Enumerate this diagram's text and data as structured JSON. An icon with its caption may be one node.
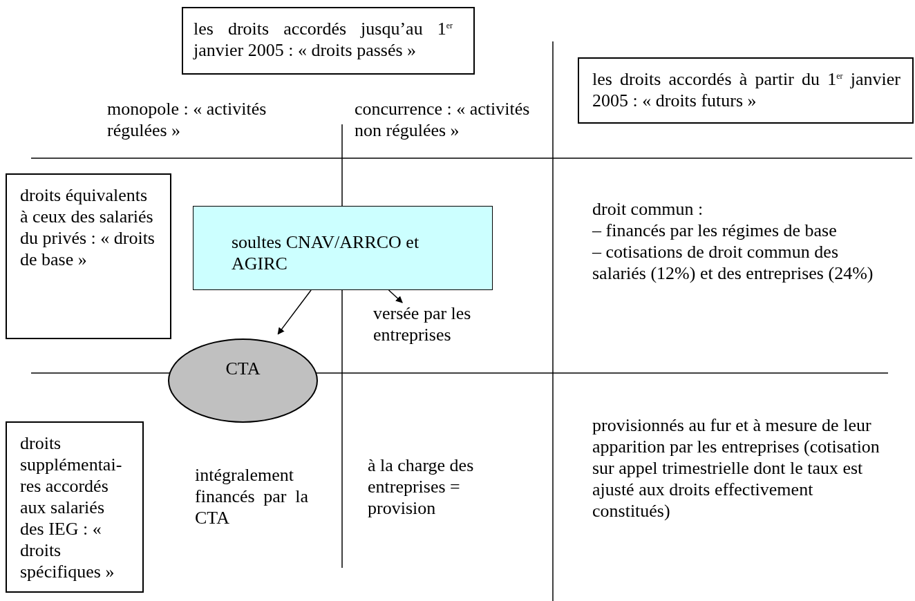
{
  "diagram": {
    "nodes": [
      {
        "text": [
          "les droits accordés jusqu’au 1$^{er}$ janvier 2005 : « droits passés »"
        ]
      },
      {
        "text": [
          "les droits accordés à partir du 1$^{er}$ janvier 2005 : « droits futurs »"
        ]
      },
      {
        "text": [
          "droits équivalents à ceux des salariés du privés : « droits de base »"
        ]
      },
      {
        "text": [
          "soultes CNAV/ARRCO et AGIRC"
        ]
      },
      {
        "text": [
          "versée par les entreprises"
        ]
      },
      {
        "text": [
          "CTA"
        ]
      },
      {
        "text": [
          "droits supplémentai-res accordés aux salariés des IEG : « droits spécifiques »"
        ]
      }
    ],
    "edges": [
      {
        "from": 3,
        "to": 5,
        "arrow": "to"
      },
      {
        "from": 3,
        "to": 4,
        "arrow": "to"
      }
    ],
    "labels": [
      "monopole : « activités régulées »",
      "concurrence : « activités non régulées »",
      "droit commun :",
      "– financés par les régimes de base",
      "– cotisations de droit commun des salariés (12%) et des entreprises (24%)",
      "intégralement financés par la CTA",
      "à la charge des entreprises = provision",
      "provisionnés au fur et à mesure de leur apparition par les entreprises (cotisation sur appel trimestrielle dont le taux est ajusté aux droits effectivement constitués)"
    ]
  }
}
